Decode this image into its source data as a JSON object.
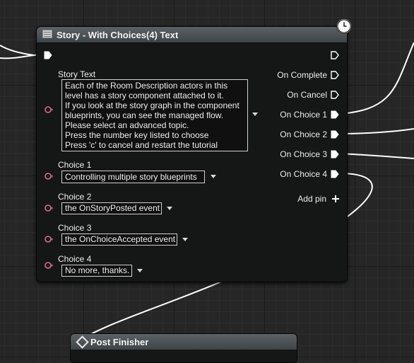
{
  "node": {
    "title": "Story - With Choices(4) Text",
    "story_text_label": "Story Text",
    "story_text_value": "Each of the Room Description actors in this\nlevel has a story component attached to it.\nIf you look at the story graph in the component\nblueprints, you can see the managed flow.\nPlease select an advanced topic.\nPress the number key listed to choose\nPress 'c' to cancel and restart the tutorial",
    "choices": [
      {
        "label": "Choice 1",
        "value": "Controlling multiple story blueprints"
      },
      {
        "label": "Choice 2",
        "value": "the OnStoryPosted event"
      },
      {
        "label": "Choice 3",
        "value": "the OnChoiceAccepted event"
      },
      {
        "label": "Choice 4",
        "value": "No more, thanks."
      }
    ],
    "outputs": {
      "on_complete": "On Complete",
      "on_cancel": "On Cancel",
      "on_choice_1": "On Choice 1",
      "on_choice_2": "On Choice 2",
      "on_choice_3": "On Choice 3",
      "on_choice_4": "On Choice 4"
    },
    "add_pin": "Add pin",
    "latent_icon": "clock-icon",
    "header_icon": "function-icon"
  },
  "node2": {
    "title": "Post Finisher",
    "icon": "diamond-icon"
  },
  "colors": {
    "data_pin": "#e06b8c",
    "exec_pin": "#ffffff",
    "header": "#4a5155",
    "node_body": "#151716"
  }
}
